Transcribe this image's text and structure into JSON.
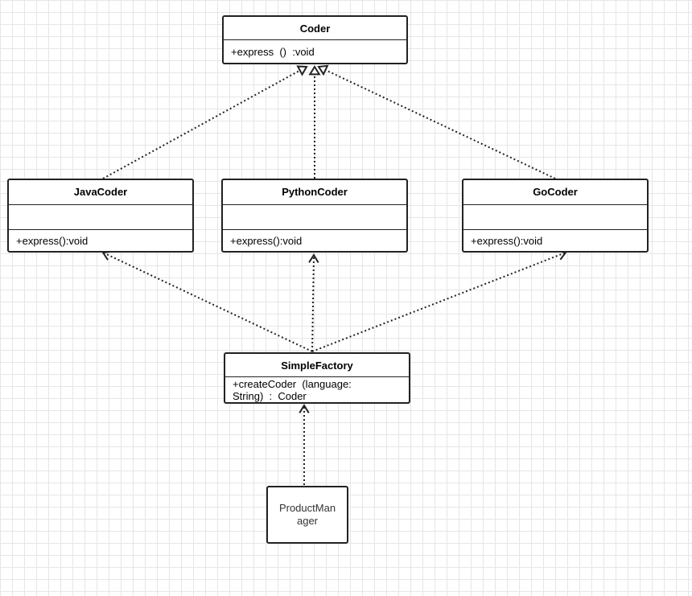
{
  "classes": {
    "coder": {
      "name": "Coder",
      "method": "+express  ()  :void"
    },
    "java": {
      "name": "JavaCoder",
      "method": "+express():void"
    },
    "python": {
      "name": "PythonCoder",
      "method": "+express():void"
    },
    "go": {
      "name": "GoCoder",
      "method": "+express():void"
    },
    "factory": {
      "name": "SimpleFactory",
      "method": "+createCoder  (language:\nString)  :  Coder"
    },
    "manager": {
      "name": "ProductMan\nager"
    }
  },
  "relations": [
    {
      "from": "java",
      "to": "coder",
      "kind": "realization"
    },
    {
      "from": "python",
      "to": "coder",
      "kind": "realization"
    },
    {
      "from": "go",
      "to": "coder",
      "kind": "realization"
    },
    {
      "from": "factory",
      "to": "java",
      "kind": "dependency"
    },
    {
      "from": "factory",
      "to": "python",
      "kind": "dependency"
    },
    {
      "from": "factory",
      "to": "go",
      "kind": "dependency"
    },
    {
      "from": "manager",
      "to": "factory",
      "kind": "dependency"
    }
  ]
}
